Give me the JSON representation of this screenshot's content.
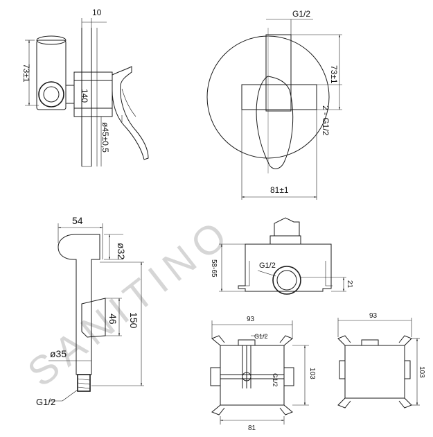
{
  "watermark": "SANITINO",
  "top_left": {
    "dim_top": "10",
    "dim_height": "73±1",
    "dim_mid": "140",
    "dim_dia": "ø45±0,5"
  },
  "top_right": {
    "thread_top": "G1/2",
    "dim_height": "73±1",
    "thread_side": "2 - G1/2",
    "dim_width": "81±1"
  },
  "handset": {
    "dim_width": "54",
    "dim_dia_head": "ø32",
    "dim_inner": "46",
    "dim_height": "150",
    "dim_dia_base": "ø35",
    "thread": "G1/2"
  },
  "box_side": {
    "dim_height": "58-65",
    "thread": "G1/2",
    "dim_small": "21"
  },
  "box_front": {
    "dim_width_top": "93",
    "thread_top": "G1/2",
    "thread_side": "G1/2",
    "dim_height": "103",
    "dim_width_bottom": "81"
  },
  "box_back": {
    "dim_width": "93",
    "dim_height": "103"
  }
}
